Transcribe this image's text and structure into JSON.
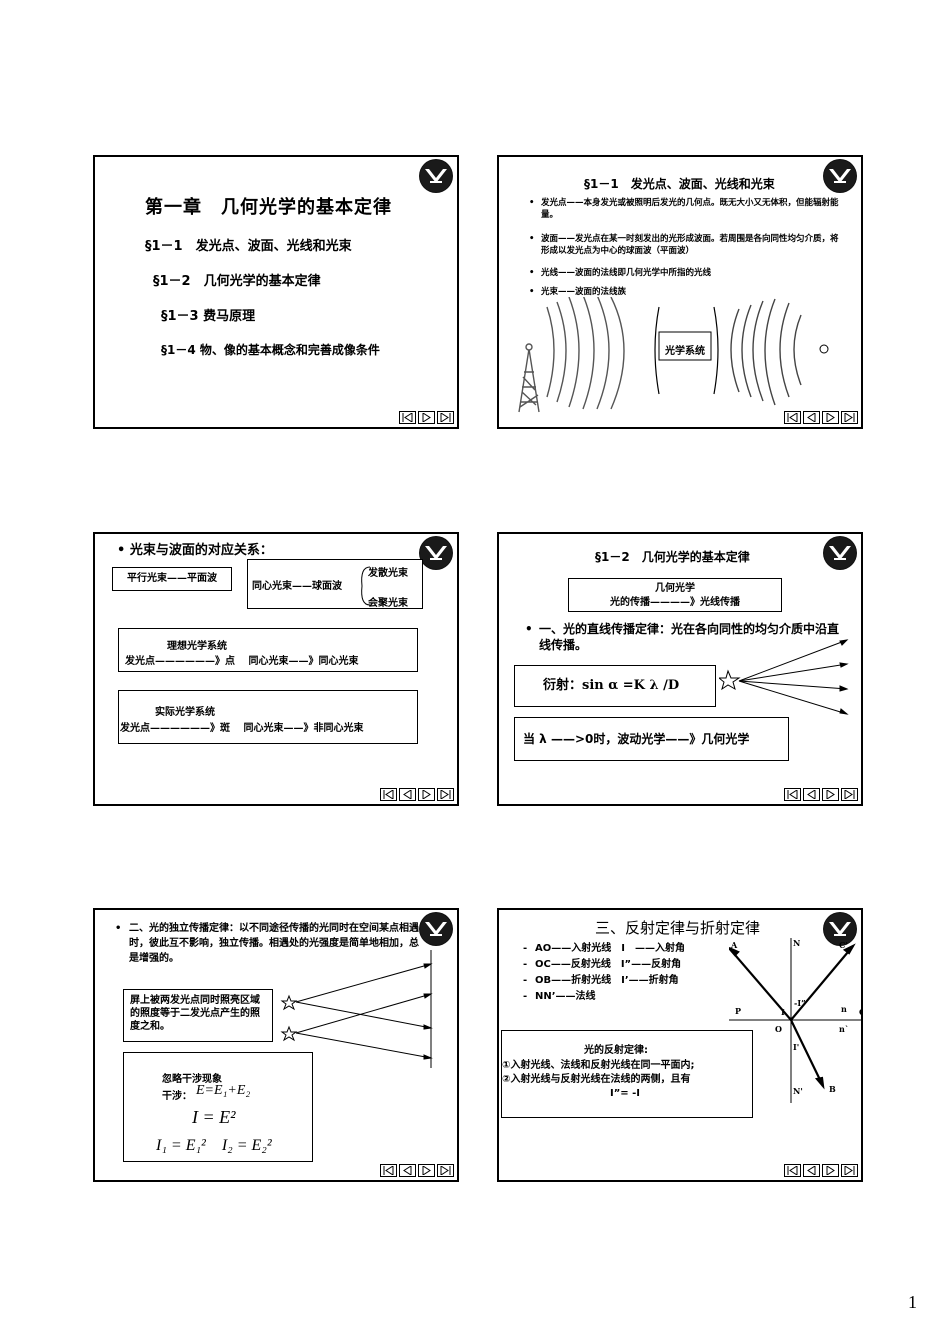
{
  "page_number": "1",
  "slide1": {
    "title": "第一章　几何光学的基本定律",
    "items": [
      "§1－1　发光点、波面、光线和光束",
      "§1－2　几何光学的基本定律",
      "§1－3  费马原理",
      "§1－4  物、像的基本概念和完善成像条件"
    ]
  },
  "slide2": {
    "title": "§1－1　发光点、波面、光线和光束",
    "bullet_mark": "•",
    "bullets": [
      "发光点——本身发光或被照明后发光的几何点。既无大小又无体积，但能辐射能量。",
      "波面——发光点在某一时刻发出的光形成波面。若周围是各向同性均匀介质，将形成以发光点为中心的球面波（平面波）",
      "光线——波面的法线即几何光学中所指的光线",
      "光束——波面的法线族"
    ],
    "system_label": "光学系统"
  },
  "slide3": {
    "heading": "• 光束与波面的对应关系：",
    "parallel": "平行光束——平面波",
    "concentric": "同心光束——球面波",
    "diverge": "发散光束",
    "converge": "会聚光束",
    "ideal_title": "理想光学系统",
    "ideal_line": "发光点——————》点　 同心光束——》同心光束",
    "real_title": "实际光学系统",
    "real_line": "发光点——————》斑　 同心光束——》非同心光束"
  },
  "slide4": {
    "title": "§1－2　几何光学的基本定律",
    "box_line1": "几何光学",
    "box_line2": "光的传播————》光线传播",
    "bullet": "一、光的直线传播定律：光在各向同性的均匀介质中沿直线传播。",
    "diffraction": "衍射：sin α =K λ /D",
    "limit": "当 λ ——>0时，波动光学——》几何光学"
  },
  "slide5": {
    "bullet": "二、光的独立传播定律：以不同途径传播的光同时在空间某点相遇时，彼此互不影响，独立传播。相遇处的光强度是简单地相加，总是增强的。",
    "screen_box": "屏上被两发光点同时照亮区域的照度等于二发光点产生的照度之和。",
    "ignore": "忽略干涉现象",
    "interfere": "干涉：",
    "eq1": "E=E₁+E₂",
    "eq2": "I = E²",
    "eq3": "I₁ = E₁²　I₂ = E₂²"
  },
  "slide6": {
    "title": "三、反射定律与折射定律",
    "items": [
      "AO——入射光线　I　——入射角",
      "OC——反射光线　I”——反射角",
      "OB——折射光线　I’——折射角",
      "NN’——法线"
    ],
    "law_title": "光的反射定律:",
    "law_lines": [
      "①入射光线、法线和反射光线在同一平面内;",
      "②入射光线与反射光线在法线的两侧，且有",
      "I”= -I"
    ],
    "labels": {
      "A": "A",
      "N": "N",
      "C": "C'",
      "P": "P",
      "Q": "Q",
      "O": "O",
      "B": "B",
      "Np": "N'",
      "n": "n",
      "np": "n`",
      "I": "I",
      "Ipp": "-I”",
      "Ip": "I'"
    }
  }
}
